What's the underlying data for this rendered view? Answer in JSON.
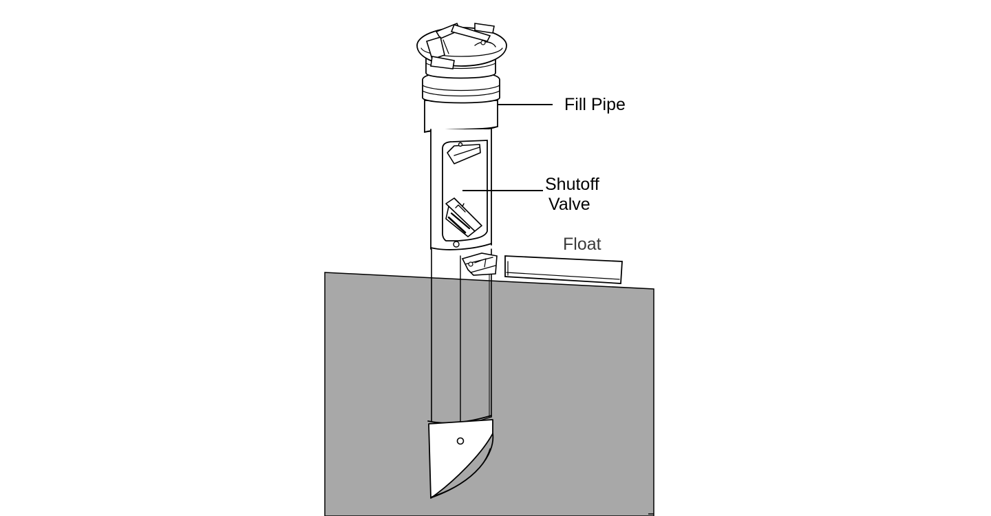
{
  "colors": {
    "liquid": "#a8a8a8",
    "ink": "#000000",
    "paper": "#ffffff",
    "float_label": "#3a3a3a"
  },
  "labels": {
    "fill_pipe": "Fill Pipe",
    "shutoff_valve_line1": "Shutoff",
    "shutoff_valve_line2": "Valve",
    "float": "Float"
  }
}
